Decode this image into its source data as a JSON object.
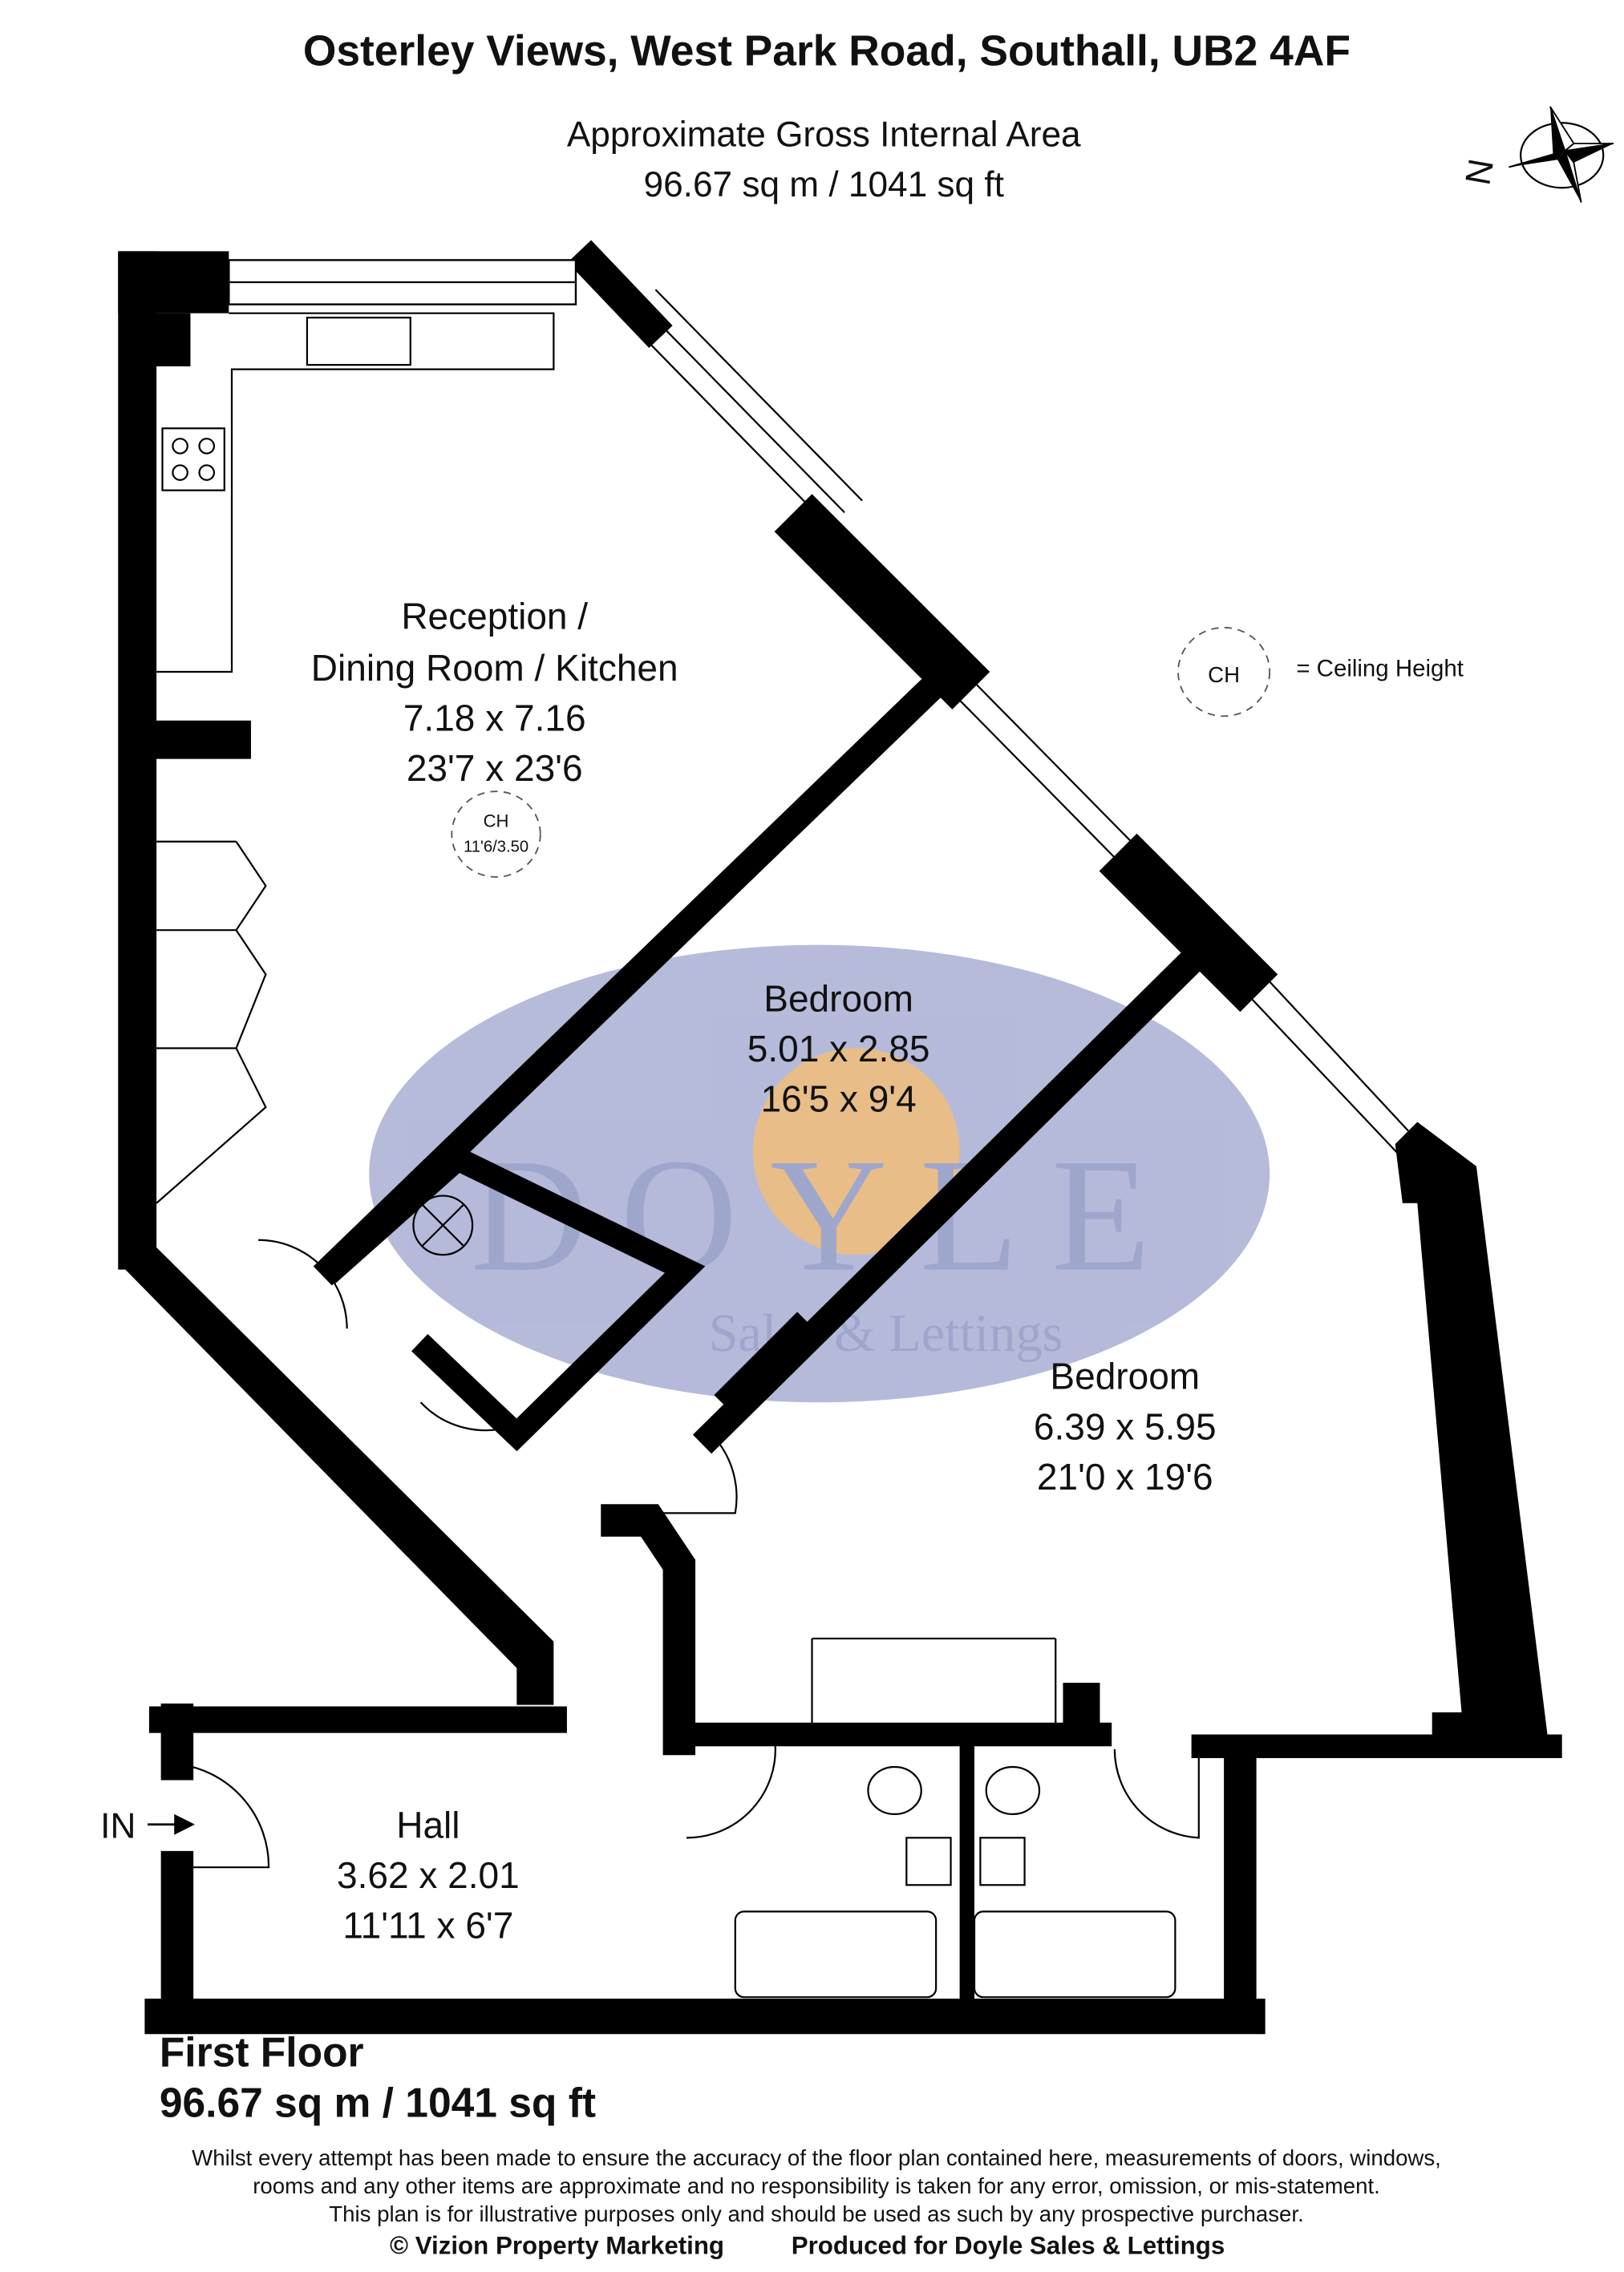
{
  "header": {
    "title": "Osterley Views, West Park Road, Southall, UB2 4AF",
    "area_label": "Approximate Gross Internal Area",
    "area_value": "96.67 sq m / 1041 sq ft"
  },
  "compass": {
    "label": "N",
    "icon": "compass-rose-icon"
  },
  "legend": {
    "symbol": "CH",
    "text": "= Ceiling Height"
  },
  "rooms": [
    {
      "name_lines": [
        "Reception /",
        "Dining Room / Kitchen"
      ],
      "metric": "7.18 x 7.16",
      "imperial": "23'7 x 23'6",
      "ceiling_badge": {
        "label": "CH",
        "value": "11'6/3.50"
      }
    },
    {
      "name": "Bedroom",
      "metric": "5.01 x 2.85",
      "imperial": "16'5 x 9'4"
    },
    {
      "name": "Bedroom",
      "metric": "6.39 x 5.95",
      "imperial": "21'0 x 19'6"
    },
    {
      "name": "Hall",
      "metric": "3.62 x 2.01",
      "imperial": "11'11 x 6'7"
    }
  ],
  "entrance_label": "IN",
  "watermark": {
    "brand": "DOYLE",
    "tagline": "Sales & Lettings",
    "color": "#9fa6cf",
    "accent": "#f2b35a"
  },
  "footer": {
    "floor_name": "First Floor",
    "floor_area": "96.67 sq m / 1041 sq ft",
    "disclaimer": [
      "Whilst every attempt has been made to ensure the accuracy of the floor plan contained here, measurements of doors, windows,",
      "rooms and any other items are approximate and no responsibility is taken for any error, omission, or mis-statement.",
      "This plan is for illustrative purposes only and should be used as such by any prospective purchaser."
    ],
    "credit_left": "© Vizion Property Marketing",
    "credit_right": "Produced for Doyle Sales & Lettings"
  }
}
